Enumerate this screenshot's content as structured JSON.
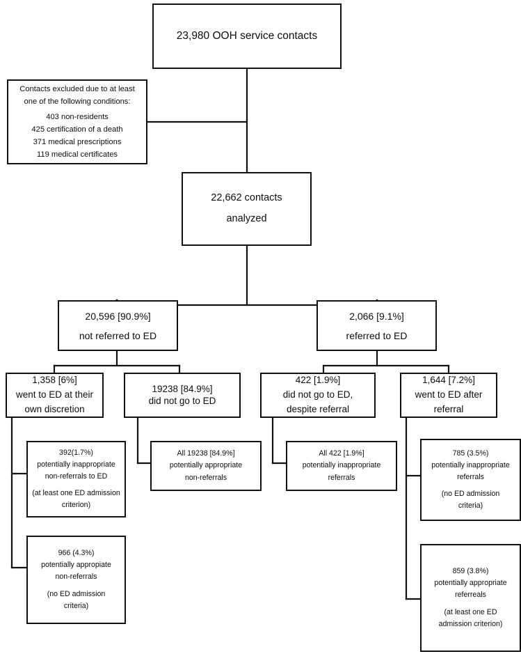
{
  "diagram": {
    "title": "OOH service contacts study flow",
    "stroke_color": "#111111",
    "background_color": "#ffffff"
  },
  "nodes": {
    "root": {
      "lines": [
        "23,980 OOH service contacts"
      ]
    },
    "excluded": {
      "lines": [
        "Contacts excluded due to at least",
        "one of the following conditions:",
        "403 non-residents",
        "425 certification of a death",
        "371 medical prescriptions",
        "119 medical certificates"
      ]
    },
    "analyzed": {
      "lines": [
        "22,662 contacts",
        "analyzed"
      ]
    },
    "not_referred": {
      "lines": [
        "20,596 [90.9%]",
        "not referred to ED"
      ]
    },
    "referred": {
      "lines": [
        "2,066 [9.1%]",
        "referred to ED"
      ]
    },
    "own_discretion": {
      "lines": [
        "1,358 [6%]",
        "went to ED at their",
        "own discretion"
      ]
    },
    "did_not_go": {
      "lines": [
        "19238 [84.9%]",
        "did not go to ED"
      ]
    },
    "despite_referral": {
      "lines": [
        "422 [1.9%]",
        "did not go to ED,",
        "despite referral"
      ]
    },
    "after_referral": {
      "lines": [
        "1,644 [7.2%]",
        "went to ED after",
        "referral"
      ]
    },
    "leaf_392": {
      "lines": [
        "392(1.7%)",
        "potentially inappropriate",
        "non-referrals to ED",
        "(at least one ED admission",
        "criterion)"
      ]
    },
    "leaf_966": {
      "lines": [
        "966  (4.3%)",
        "potentially appropiate",
        "non-referrals",
        "(no ED admission",
        "criteria)"
      ]
    },
    "leaf_19238": {
      "lines": [
        "All 19238 [84.9%]",
        "potentially  appropriate",
        "non-referrals"
      ]
    },
    "leaf_422": {
      "lines": [
        "All 422 [1.9%]",
        "potentially inappropriate",
        "referrals"
      ]
    },
    "leaf_785": {
      "lines": [
        "785 (3.5%)",
        "potentially inappropriate",
        "referrals",
        "(no ED admission",
        "criteria)"
      ]
    },
    "leaf_859": {
      "lines": [
        "859 (3.8%)",
        "potentially appropriate",
        "referreals",
        "(at least one ED",
        "admission criterion)"
      ]
    }
  }
}
